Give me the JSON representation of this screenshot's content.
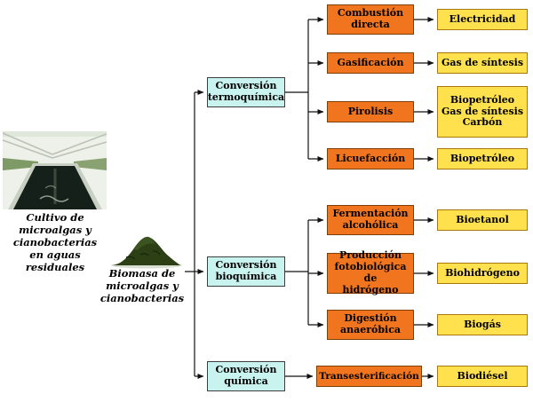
{
  "colors": {
    "process-fill": "#f1751f",
    "process-border": "#7c3f05",
    "product-fill": "#ffe14e",
    "product-border": "#a8770e",
    "conversion-fill": "#c9f3ef",
    "conversion-border": "#3d3d3d",
    "line": "#111111"
  },
  "source": {
    "caption": "Cultivo de\nmicroalgas y\ncianobacterias\nen aguas residuales"
  },
  "biomass": {
    "caption": "Biomasa de\nmicroalgas y\ncianobacterias"
  },
  "conversions": [
    {
      "label": "Conversión\ntermoquímica"
    },
    {
      "label": "Conversión\nbioquímica"
    },
    {
      "label": "Conversión\nquímica"
    }
  ],
  "processes": [
    {
      "label": "Combustión\ndirecta"
    },
    {
      "label": "Gasificación"
    },
    {
      "label": "Pirolisis"
    },
    {
      "label": "Licuefacción"
    },
    {
      "label": "Fermentación\nalcohólica"
    },
    {
      "label": "Producción\nfotobiológica de\nhidrógeno"
    },
    {
      "label": "Digestión\nanaeróbica"
    },
    {
      "label": "Transesterificación"
    }
  ],
  "products": [
    {
      "label": "Electricidad"
    },
    {
      "label": "Gas de síntesis"
    },
    {
      "label": "Biopetróleo\nGas de síntesis\nCarbón"
    },
    {
      "label": "Biopetróleo"
    },
    {
      "label": "Bioetanol"
    },
    {
      "label": "Biohidrógeno"
    },
    {
      "label": "Biogás"
    },
    {
      "label": "Biodiésel"
    }
  ]
}
